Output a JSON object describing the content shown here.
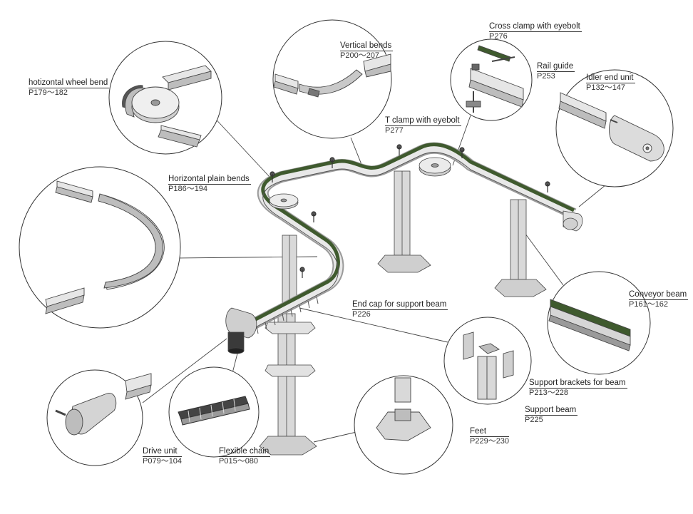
{
  "callouts": {
    "horizontal_wheel_bend": {
      "title": "hotizontal wheel bend",
      "pages": "P179～182"
    },
    "vertical_bends": {
      "title": "Vertical bends",
      "pages": "P200～207"
    },
    "cross_clamp": {
      "title": "Cross clamp with eyebolt",
      "pages": "P276"
    },
    "rail_guide": {
      "title": "Rail guide",
      "pages": "P253"
    },
    "t_clamp": {
      "title": "T clamp with eyebolt",
      "pages": "P277"
    },
    "idler_end_unit": {
      "title": "Idler end unit",
      "pages": "P132～147"
    },
    "horizontal_plain_bends": {
      "title": "Horizontal plain bends",
      "pages": "P186～194"
    },
    "end_cap": {
      "title": "End cap for support beam",
      "pages": "P226"
    },
    "conveyor_beam": {
      "title": "Conveyor beam",
      "pages": "P161～162"
    },
    "support_brackets": {
      "title": "Support brackets for beam",
      "pages": "P213～228"
    },
    "support_beam": {
      "title": "Support beam",
      "pages": "P225"
    },
    "feet": {
      "title": "Feet",
      "pages": "P229～230"
    },
    "drive_unit": {
      "title": "Drive unit",
      "pages": "P079～104"
    },
    "flexible_chain": {
      "title": "Flexible chain",
      "pages": "P015～080"
    }
  },
  "colors": {
    "line": "#333333",
    "metal_light": "#e6e6e6",
    "metal_mid": "#bfbfbf",
    "metal_dark": "#7a7a7a",
    "chain_green": "#3f5a2e"
  }
}
